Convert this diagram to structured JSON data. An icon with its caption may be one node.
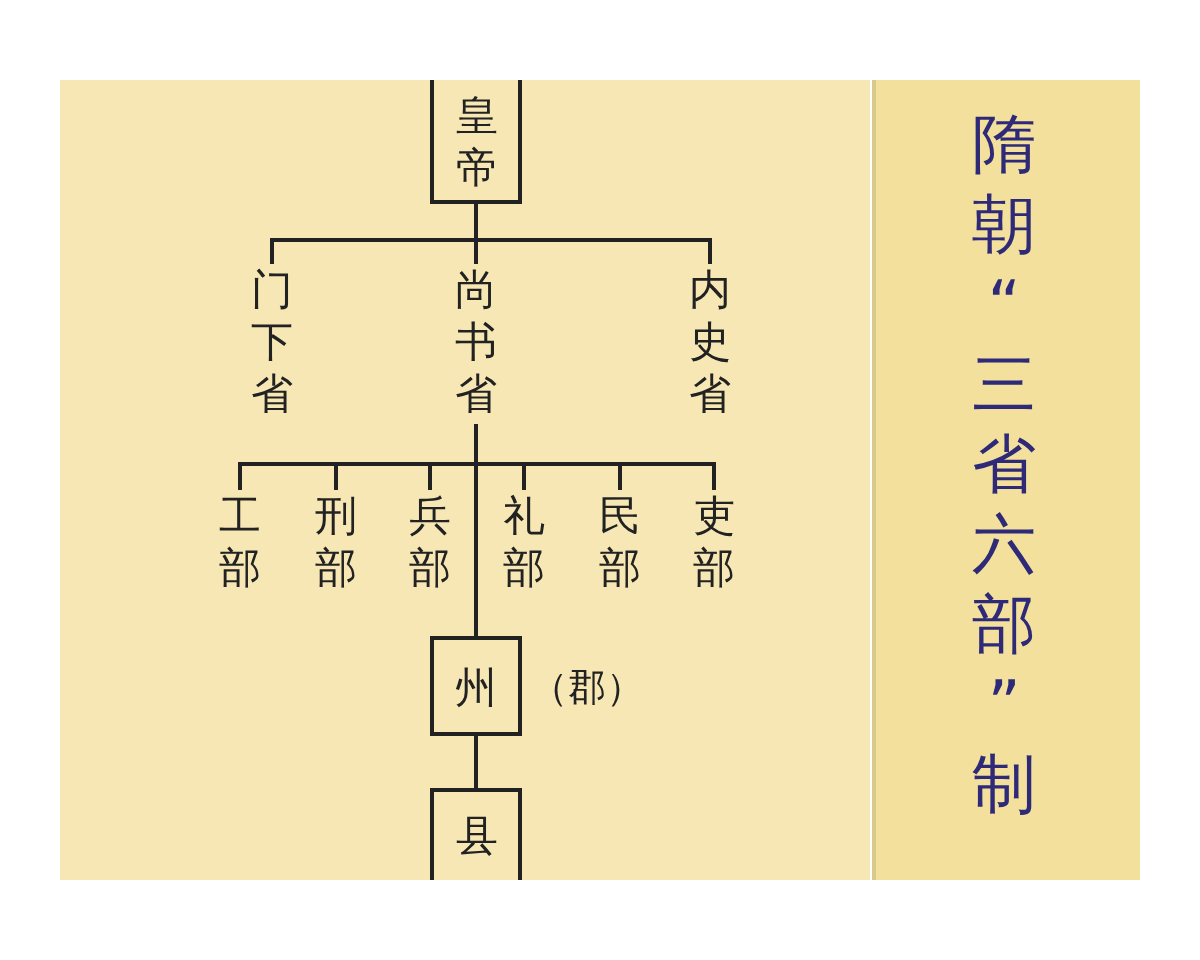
{
  "diagram": {
    "title": "隋朝“三省六部”制",
    "nodes": [
      {
        "text": [
          "皇帝"
        ]
      },
      {
        "text": [
          "门下省"
        ]
      },
      {
        "text": [
          "尚书省"
        ]
      },
      {
        "text": [
          "内史省"
        ]
      },
      {
        "text": [
          "工部"
        ]
      },
      {
        "text": [
          "刑部"
        ]
      },
      {
        "text": [
          "兵部"
        ]
      },
      {
        "text": [
          "礼部"
        ]
      },
      {
        "text": [
          "民部"
        ]
      },
      {
        "text": [
          "吏部"
        ]
      },
      {
        "text": [
          "州"
        ],
        "beside": [
          "（郡）"
        ]
      },
      {
        "text": [
          "县"
        ]
      }
    ],
    "edges": [
      {
        "from": 0,
        "to": 1,
        "arrow": "none"
      },
      {
        "from": 0,
        "to": 2,
        "arrow": "none"
      },
      {
        "from": 0,
        "to": 3,
        "arrow": "none"
      },
      {
        "from": 2,
        "to": 4,
        "arrow": "none"
      },
      {
        "from": 2,
        "to": 5,
        "arrow": "none"
      },
      {
        "from": 2,
        "to": 6,
        "arrow": "none"
      },
      {
        "from": 2,
        "to": 7,
        "arrow": "none"
      },
      {
        "from": 2,
        "to": 8,
        "arrow": "none"
      },
      {
        "from": 2,
        "to": 9,
        "arrow": "none"
      },
      {
        "from": 2,
        "to": 10,
        "arrow": "none"
      },
      {
        "from": 10,
        "to": 11,
        "arrow": "none"
      }
    ]
  }
}
